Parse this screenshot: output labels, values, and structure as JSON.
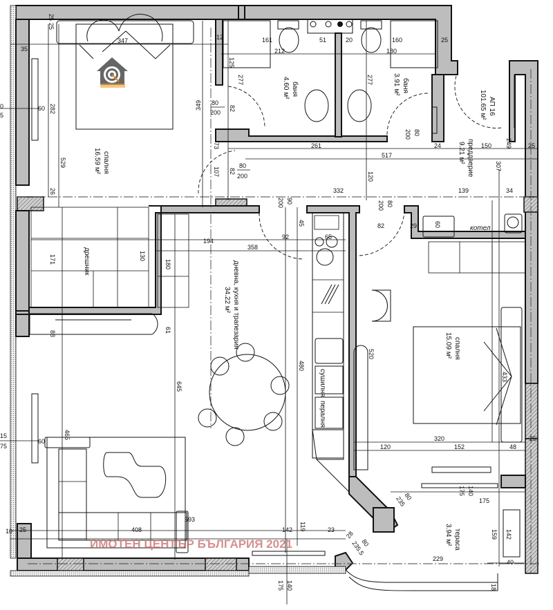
{
  "plan": {
    "apartment": {
      "label": "АП 16",
      "area": "101.65 м²"
    },
    "watermark": "ИМОТЕН ЦЕНТЪР БЪЛГАРИЯ 2021",
    "logo": "house-target-logo",
    "rooms": [
      {
        "id": "bedroom1",
        "name": "спалня",
        "area": "16.59 м²"
      },
      {
        "id": "bath1",
        "name": "баня",
        "area": "4.60 м²"
      },
      {
        "id": "bath2",
        "name": "баня",
        "area": "3.91 м²"
      },
      {
        "id": "hall",
        "name": "преддверие",
        "area": "9.21 м²"
      },
      {
        "id": "living",
        "name": "дневна, кухня и трапезария",
        "area": "34.22 м²"
      },
      {
        "id": "bedroom2",
        "name": "спалня",
        "area": "15.09 м²"
      },
      {
        "id": "terrace",
        "name": "тераса",
        "area": "3.94 м²"
      }
    ],
    "labels": {
      "wardrobe": "дрешник",
      "boiler": "котел",
      "dryer": "сушилня",
      "washer": "пералня"
    },
    "doors": [
      {
        "w": "80",
        "h": "200"
      },
      {
        "w": "80",
        "h": "200"
      },
      {
        "w": "80",
        "h": "200"
      },
      {
        "w": "90",
        "h": "200"
      },
      {
        "w": "80",
        "h": "200"
      },
      {
        "w": "80",
        "h": "235"
      },
      {
        "w": "80",
        "h": "235.5"
      }
    ],
    "windows": [
      {
        "w": "60",
        "h": "140",
        "h2": "175"
      },
      {
        "w": "140",
        "h2": "175"
      }
    ],
    "dims": {
      "d25a": "25",
      "d25b": "25",
      "d25c": "25",
      "d25d": "25",
      "d25e": "25",
      "d25f": "25",
      "d35": "35",
      "d347": "347",
      "d282": "282",
      "d529": "529",
      "d349": "349",
      "d26": "26",
      "d12a": "12",
      "d161": "161",
      "d212": "212",
      "d51": "51",
      "d20": "20",
      "d160": "160",
      "d180": "180",
      "d125": "125",
      "d277a": "277",
      "d277b": "277",
      "d82a": "82",
      "d82b": "82",
      "d82c": "82",
      "d261": "261",
      "d517": "517",
      "d24": "24",
      "d150": "150",
      "d249": "249",
      "d307": "307",
      "d107": "107",
      "d73": "73",
      "d120a": "120",
      "d332": "332",
      "d139": "139",
      "d34": "34",
      "d45": "45",
      "d92": "92",
      "d194": "194",
      "d358": "358",
      "d65": "65",
      "d29": "29",
      "d60a": "60",
      "d171": "171",
      "d130": "130",
      "d180b": "180",
      "d61": "61",
      "d88": "88",
      "d645": "645",
      "d480": "480",
      "d520": "520",
      "d433": "433",
      "d320": "320",
      "d120b": "120",
      "d152": "152",
      "d48": "48",
      "d465": "465",
      "d408": "408",
      "d593": "593",
      "d10": "10",
      "d142a": "142",
      "d119": "119",
      "d23": "23",
      "d28": "28",
      "d175": "175",
      "d159": "159",
      "d142b": "142",
      "d229": "229",
      "d40": "40",
      "d18": "18",
      "d60b": "60",
      "d60c": "60",
      "d15": "15",
      "d75": "75",
      "d0": "0",
      "d5": "5"
    }
  }
}
